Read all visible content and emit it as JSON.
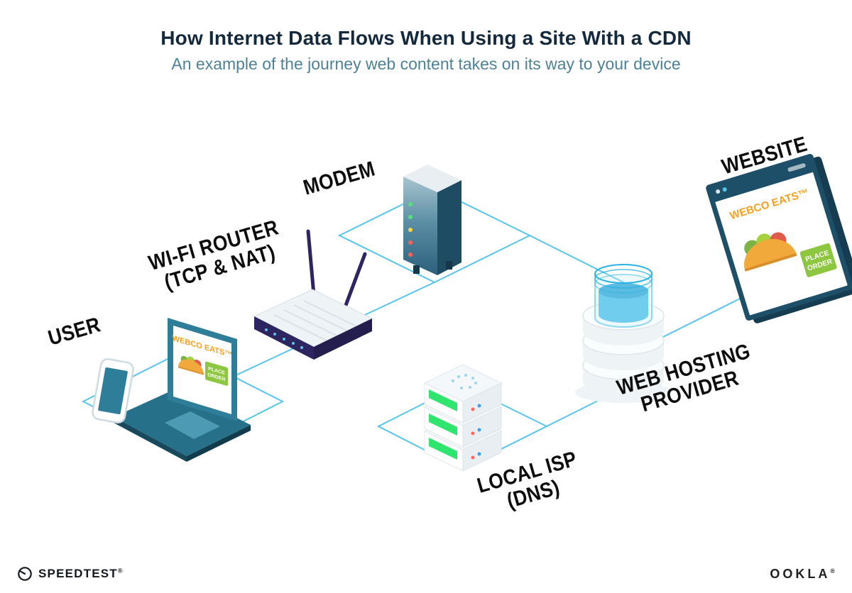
{
  "header": {
    "title": "How Internet Data Flows When Using a Site With a CDN",
    "subtitle": "An example of the journey web content takes on its way to your device"
  },
  "nodes": {
    "user": {
      "label": "USER"
    },
    "wifi_router": {
      "line1": "WI-FI ROUTER",
      "line2": "(TCP & NAT)"
    },
    "modem": {
      "label": "MODEM"
    },
    "local_isp": {
      "line1": "LOCAL ISP",
      "line2": "(DNS)"
    },
    "web_hosting": {
      "line1": "WEB HOSTING",
      "line2": "PROVIDER"
    },
    "website": {
      "label": "WEBSITE"
    }
  },
  "laptop_screen": {
    "brand": "WEBCO EATS™",
    "icon": "taco-icon",
    "order_lines": [
      "PLACE",
      "ORDER"
    ]
  },
  "website_screen": {
    "brand": "WEBCO EATS™",
    "icon": "taco-icon",
    "order_lines": [
      "PLACE",
      "ORDER"
    ]
  },
  "footer": {
    "speedtest": "SPEEDTEST",
    "speedtest_mark": "®",
    "ookla": "OOKLA",
    "ookla_mark": "®"
  },
  "colors": {
    "connection_line": "#56c5ea",
    "title_text": "#15293c",
    "subtitle_text": "#4d8294",
    "label_text": "#0d0d0d",
    "brand_orange": "#f5a11c",
    "button_green": "#8dc63f",
    "device_teal": "#2e7d99",
    "device_navy": "#1d5068",
    "router_navy": "#2d2560",
    "led_green": "#57e07c",
    "led_yellow": "#ffd24a",
    "led_red": "#ff5f57",
    "server_green_bar": "#2ee56e",
    "water_blue": "#3fbce8"
  }
}
